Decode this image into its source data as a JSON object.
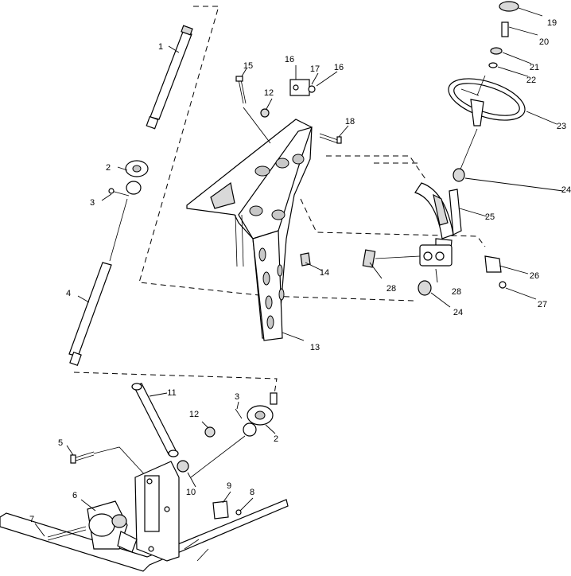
{
  "callouts": [
    {
      "id": "c1",
      "label": "1"
    },
    {
      "id": "c2a",
      "label": "2"
    },
    {
      "id": "c3a",
      "label": "3"
    },
    {
      "id": "c4",
      "label": "4"
    },
    {
      "id": "c15",
      "label": "15"
    },
    {
      "id": "c16a",
      "label": "16"
    },
    {
      "id": "c17",
      "label": "17"
    },
    {
      "id": "c16b",
      "label": "16"
    },
    {
      "id": "c12a",
      "label": "12"
    },
    {
      "id": "c18",
      "label": "18"
    },
    {
      "id": "c19",
      "label": "19"
    },
    {
      "id": "c20",
      "label": "20"
    },
    {
      "id": "c21",
      "label": "21"
    },
    {
      "id": "c22",
      "label": "22"
    },
    {
      "id": "c23",
      "label": "23"
    },
    {
      "id": "c24a",
      "label": "24"
    },
    {
      "id": "c25",
      "label": "25"
    },
    {
      "id": "c26",
      "label": "26"
    },
    {
      "id": "c27",
      "label": "27"
    },
    {
      "id": "c28a",
      "label": "28"
    },
    {
      "id": "c28b",
      "label": "28"
    },
    {
      "id": "c24b",
      "label": "24"
    },
    {
      "id": "c14",
      "label": "14"
    },
    {
      "id": "c13",
      "label": "13"
    },
    {
      "id": "c11",
      "label": "11"
    },
    {
      "id": "c3b",
      "label": "3"
    },
    {
      "id": "c12b",
      "label": "12"
    },
    {
      "id": "c2b",
      "label": "2"
    },
    {
      "id": "c5",
      "label": "5"
    },
    {
      "id": "c10",
      "label": "10"
    },
    {
      "id": "c9",
      "label": "9"
    },
    {
      "id": "c8",
      "label": "8"
    },
    {
      "id": "c6",
      "label": "6"
    },
    {
      "id": "c7",
      "label": "7"
    }
  ]
}
